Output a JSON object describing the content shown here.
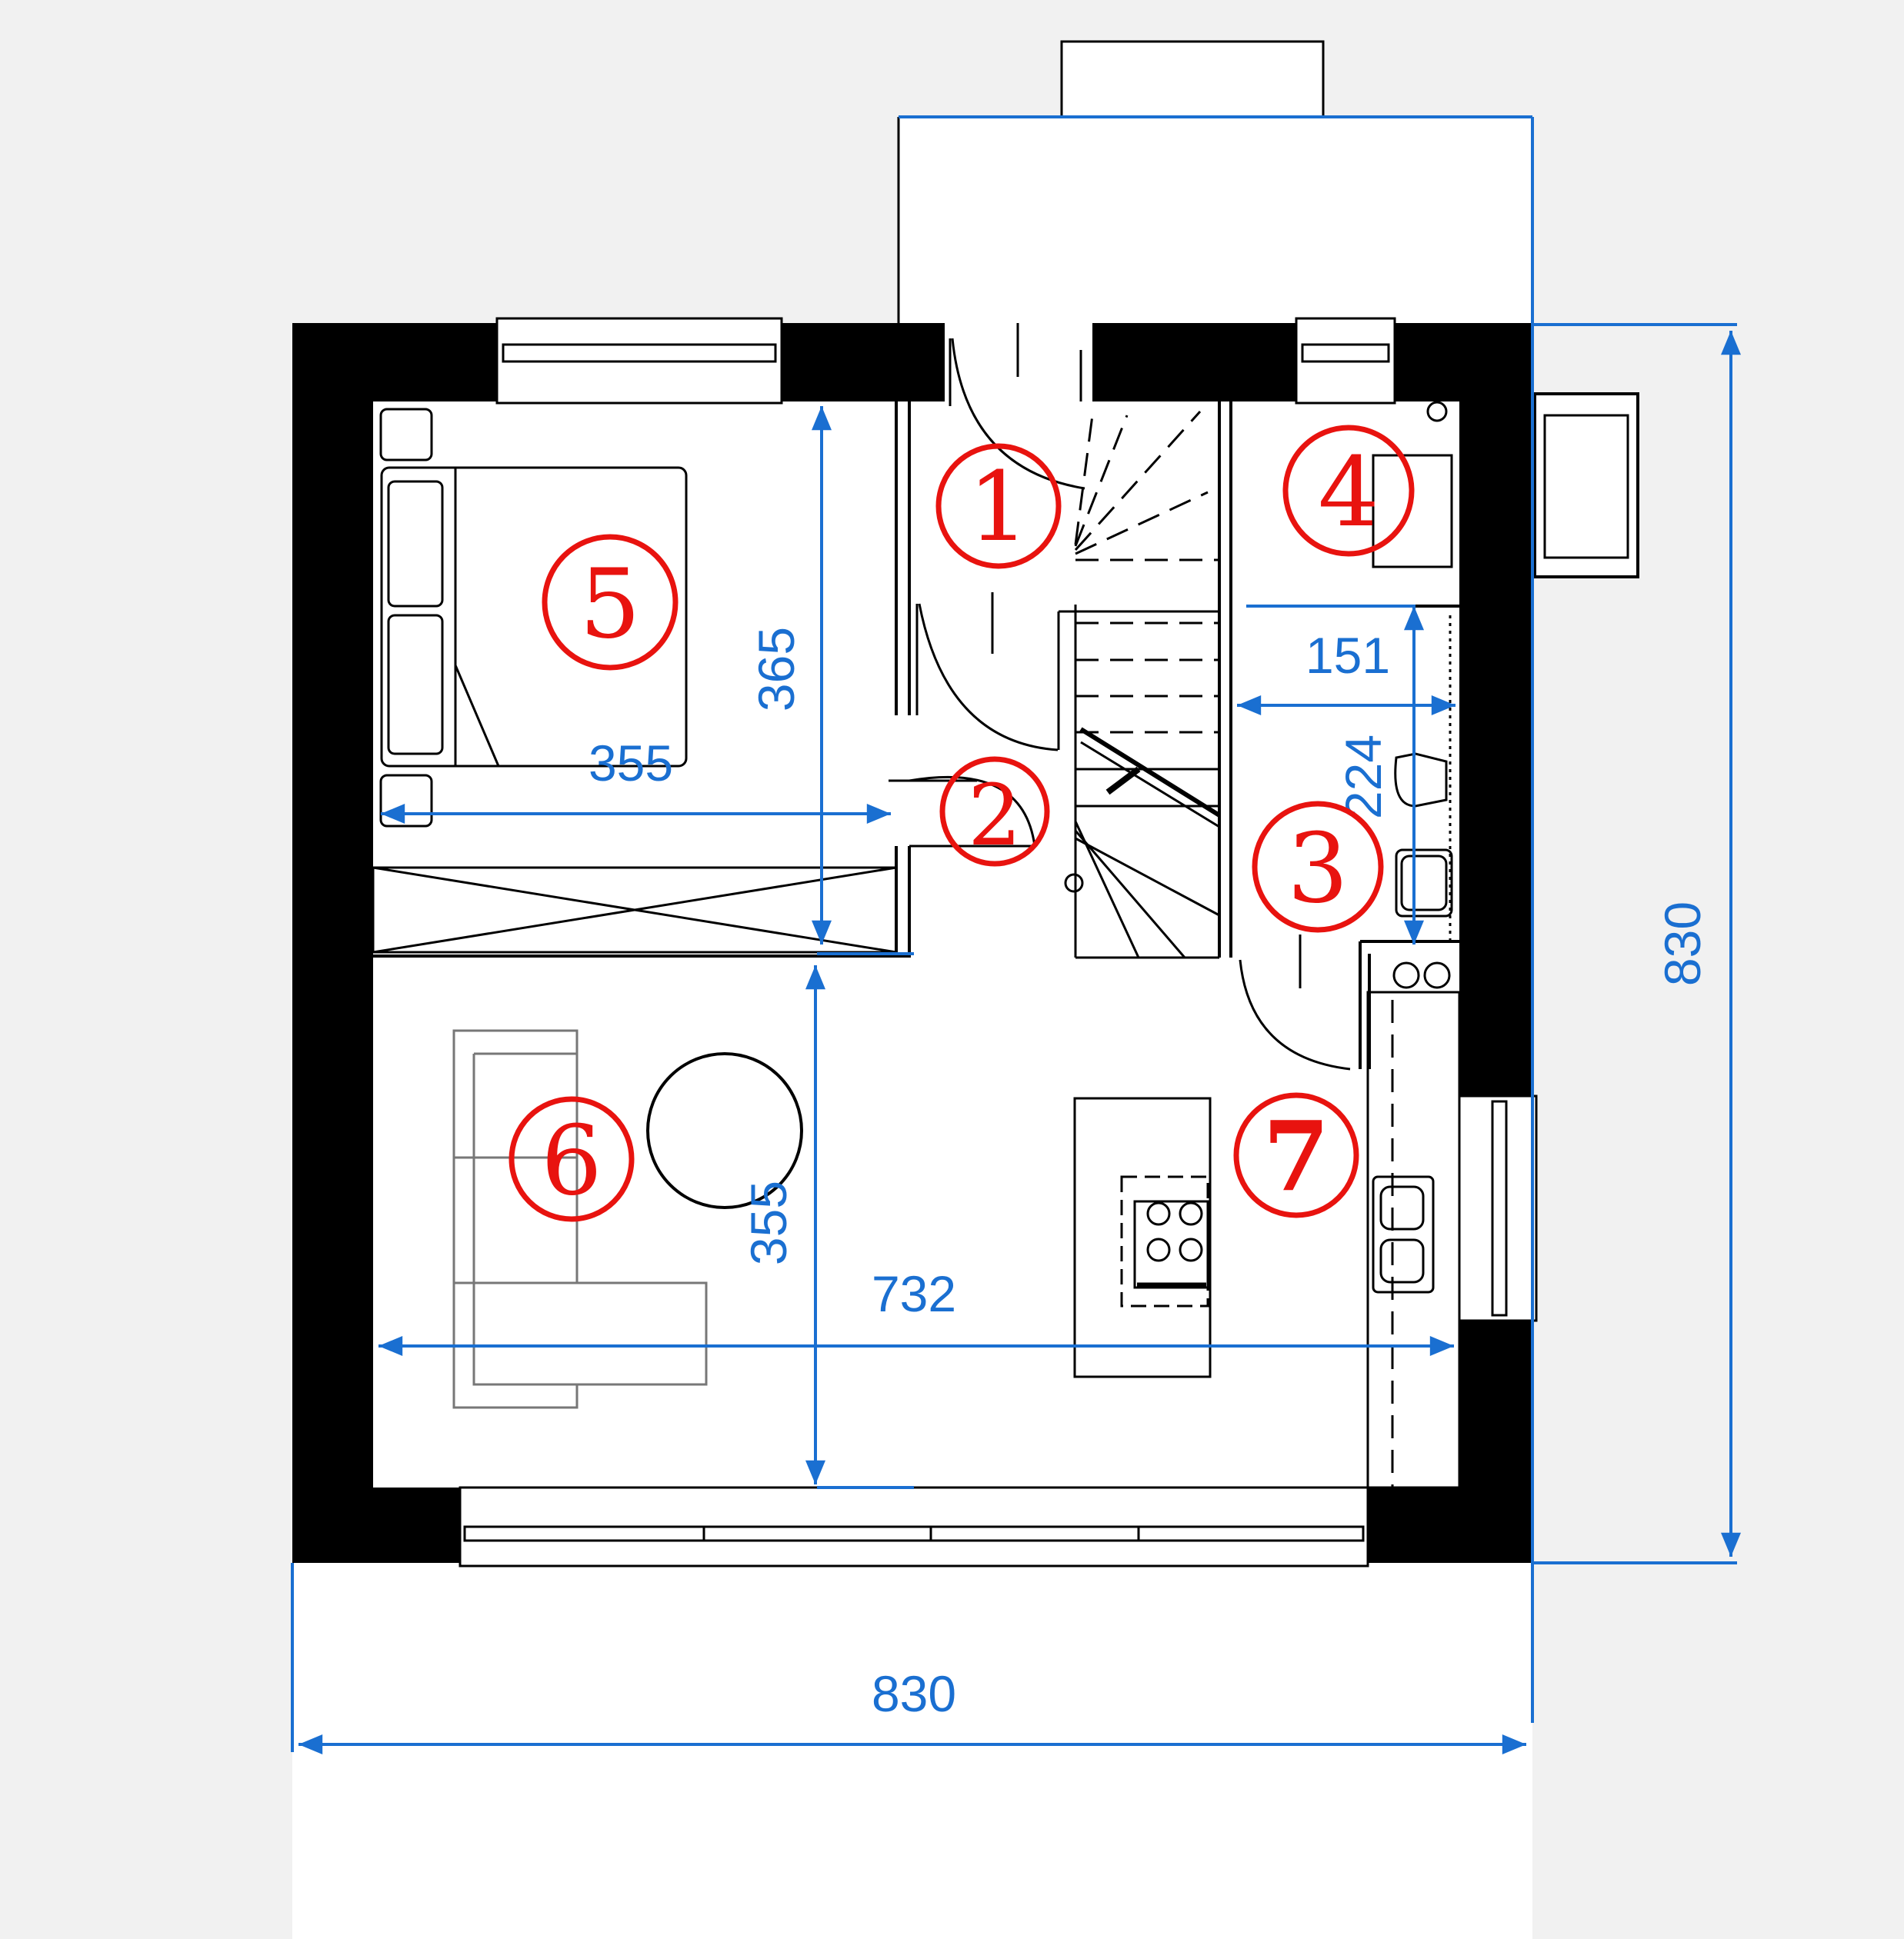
{
  "colors": {
    "wall": "#000000",
    "dimension": "#1a6fd1",
    "room_marker": "#e8130f",
    "floor": "#ffffff",
    "background": "#f1f1f1"
  },
  "dimensions": {
    "overall_width": "830",
    "overall_depth": "830",
    "bedroom_width": "355",
    "bedroom_depth": "365",
    "living_width": "732",
    "living_depth": "355",
    "bathroom_width": "151",
    "bathroom_depth": "224"
  },
  "rooms": [
    {
      "marker": "1"
    },
    {
      "marker": "2"
    },
    {
      "marker": "3"
    },
    {
      "marker": "4"
    },
    {
      "marker": "5"
    },
    {
      "marker": "6"
    },
    {
      "marker": "7"
    }
  ]
}
